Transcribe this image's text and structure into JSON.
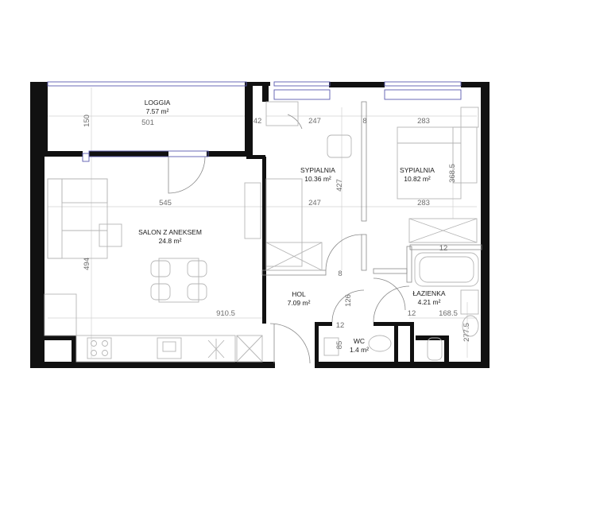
{
  "rooms": {
    "loggia": {
      "name": "LOGGIA",
      "area": "7.57 m²"
    },
    "salon": {
      "name": "SALON Z ANEKSEM",
      "area": "24.8 m²"
    },
    "sypialnia1": {
      "name": "SYPIALNIA",
      "area": "10.36 m²"
    },
    "sypialnia2": {
      "name": "SYPIALNIA",
      "area": "10.82 m²"
    },
    "hol": {
      "name": "HOL",
      "area": "7.09 m²"
    },
    "lazienka": {
      "name": "ŁAZIENKA",
      "area": "4.21 m²"
    },
    "wc": {
      "name": "WC",
      "area": "1.4 m²"
    }
  },
  "dimensions": {
    "loggia_height": "150",
    "loggia_width": "501",
    "wall_42": "42",
    "bed1_top": "247",
    "bed2_top": "283",
    "wall_8a": "8",
    "bed1_height": "427",
    "bed2_height": "368.5",
    "salon_width": "545",
    "bed1_bottom": "247",
    "bed2_bottom": "283",
    "salon_height": "494",
    "wall_12a": "12",
    "wall_8b": "8",
    "hol_126": "126",
    "total_width": "910.5",
    "wall_12b": "12",
    "wall_12c": "12",
    "lazienka_width": "168.5",
    "lazienka_height": "277.5",
    "wc_85": "85"
  }
}
